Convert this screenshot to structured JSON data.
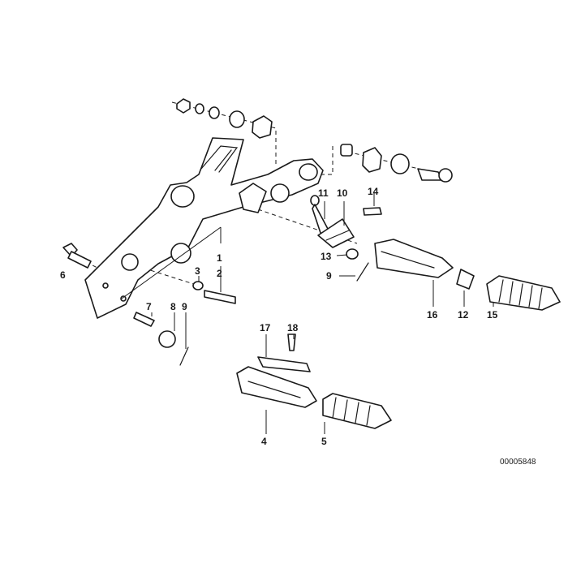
{
  "callouts": {
    "c1": "1",
    "c2": "2",
    "c3": "3",
    "c4": "4",
    "c5": "5",
    "c6": "6",
    "c7": "7",
    "c8": "8",
    "c9a": "9",
    "c9b": "9",
    "c10": "10",
    "c11": "11",
    "c12": "12",
    "c13": "13",
    "c14": "14",
    "c15": "15",
    "c16": "16",
    "c17": "17",
    "c18": "18"
  },
  "drawing_number": "00005848"
}
